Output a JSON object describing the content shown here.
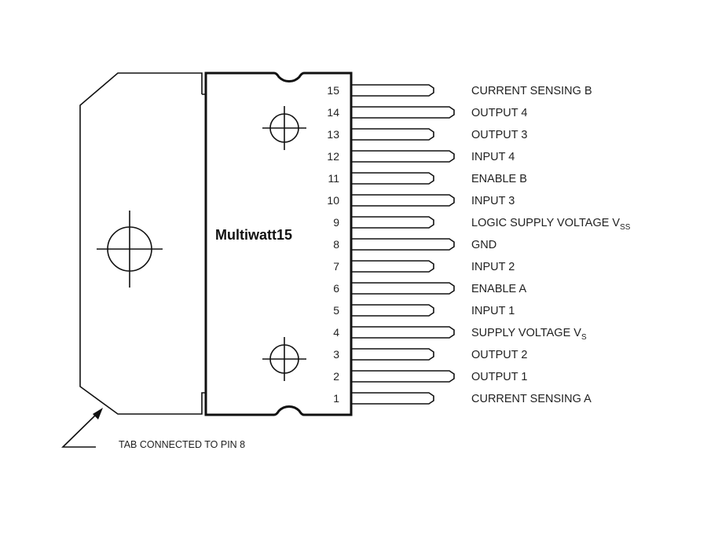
{
  "package_name": "Multiwatt15",
  "tab_note": "TAB CONNECTED TO PIN 8",
  "pins": [
    {
      "number": "15",
      "label": "CURRENT SENSING B",
      "sub": ""
    },
    {
      "number": "14",
      "label": "OUTPUT 4",
      "sub": ""
    },
    {
      "number": "13",
      "label": "OUTPUT 3",
      "sub": ""
    },
    {
      "number": "12",
      "label": "INPUT 4",
      "sub": ""
    },
    {
      "number": "11",
      "label": "ENABLE B",
      "sub": ""
    },
    {
      "number": "10",
      "label": "INPUT 3",
      "sub": ""
    },
    {
      "number": "9",
      "label": "LOGIC SUPPLY VOLTAGE V",
      "sub": "SS"
    },
    {
      "number": "8",
      "label": "GND",
      "sub": ""
    },
    {
      "number": "7",
      "label": "INPUT 2",
      "sub": ""
    },
    {
      "number": "6",
      "label": "ENABLE A",
      "sub": ""
    },
    {
      "number": "5",
      "label": "INPUT 1",
      "sub": ""
    },
    {
      "number": "4",
      "label": "SUPPLY VOLTAGE V",
      "sub": "S"
    },
    {
      "number": "3",
      "label": "OUTPUT 2",
      "sub": ""
    },
    {
      "number": "2",
      "label": "OUTPUT 1",
      "sub": ""
    },
    {
      "number": "1",
      "label": "CURRENT SENSING A",
      "sub": ""
    }
  ]
}
